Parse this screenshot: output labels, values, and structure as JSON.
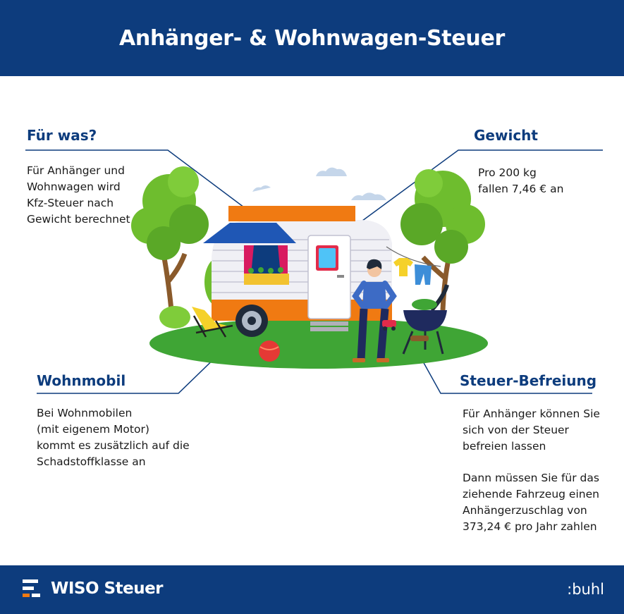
{
  "title": "Anhänger- & Wohnwagen-Steuer",
  "sections": {
    "fuer_was": {
      "heading": "Für was?",
      "lines": [
        "Für Anhänger und",
        "Wohnwagen wird",
        "Kfz-Steuer nach",
        "Gewicht berechnet"
      ]
    },
    "gewicht": {
      "heading": "Gewicht",
      "lines": [
        "Pro 200 kg",
        "fallen 7,46 €  an"
      ]
    },
    "wohnmobil": {
      "heading": "Wohnmobil",
      "lines": [
        "Bei Wohnmobilen",
        "(mit eigenem Motor)",
        "kommt es zusätzlich auf die",
        "Schadstoffklasse an"
      ]
    },
    "befreiung": {
      "heading": "Steuer-Befreiung",
      "lines": [
        "Für Anhänger können Sie",
        "sich von der Steuer",
        "befreien lassen"
      ],
      "lines2": [
        "Dann müssen Sie für das",
        "ziehende Fahrzeug einen",
        "Anhängerzuschlag von",
        "373,24 € pro Jahr zahlen"
      ]
    }
  },
  "footer": {
    "logo_text": "WISO Steuer",
    "brand": ":buhl"
  },
  "colors": {
    "navy": "#0d3c7d",
    "orange": "#f07a12",
    "green": "#3fa535"
  },
  "icons": {
    "logo": "wiso-logo-icon",
    "illustration": "caravan-illustration"
  }
}
